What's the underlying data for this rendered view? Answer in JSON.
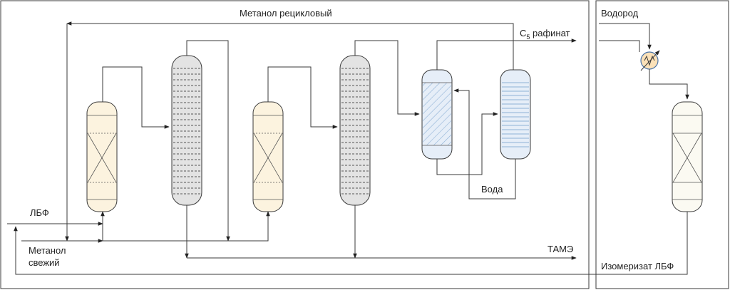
{
  "labels": {
    "methanol_recycle": "Метанол рецикловый",
    "c5_main": "C",
    "c5_sub": "5",
    "c5_rest": " рафинат",
    "hydrogen": "Водород",
    "lbf": "ЛБФ",
    "methanol_fresh_1": "Метанол",
    "methanol_fresh_2": "свежий",
    "water": "Вода",
    "tame": "ТАМЭ",
    "isomerizate": "Изомеризат ЛБФ"
  },
  "colors": {
    "reactor_fill": "#fcf3df",
    "reactor_top": "#fdf8ea",
    "column_fill": "#e3e3e3",
    "extractor_fill": "#e6eef8",
    "extractor_hatch": "#8fb1d6",
    "exchanger_fill": "#fbe1b8",
    "exchanger_stroke": "#4a74a8",
    "iso_reactor_fill": "#fbfaf2"
  },
  "icons": {
    "reactor": "packed-bed-reactor-icon",
    "column": "tray-column-icon",
    "extractor": "extraction-column-icon",
    "washer": "water-wash-column-icon",
    "exchanger": "heat-exchanger-icon"
  }
}
